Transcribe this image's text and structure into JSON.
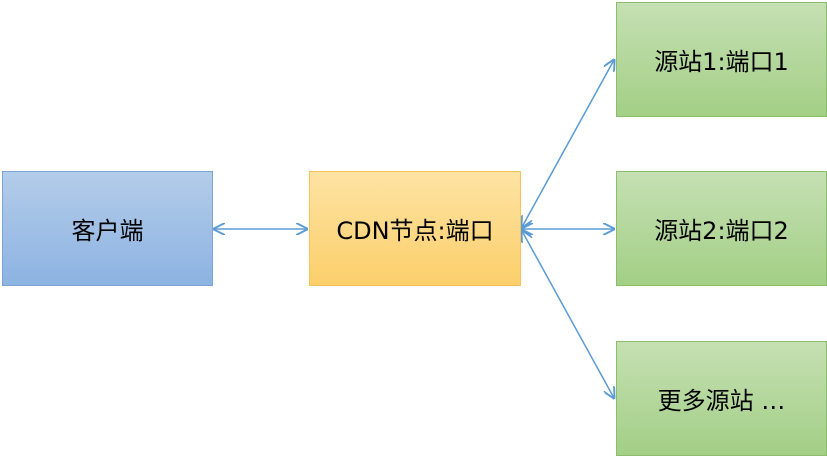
{
  "nodes": {
    "client": {
      "label": "客户端",
      "color": "#8db3e2"
    },
    "cdn": {
      "label": "CDN节点:端口",
      "color": "#fccf6b"
    },
    "origin_1": {
      "label": "源站1:端口1",
      "color": "#a3cf86"
    },
    "origin_2": {
      "label": "源站2:端口2",
      "color": "#a3cf86"
    },
    "origin_more": {
      "label": "更多源站 …",
      "color": "#a3cf86"
    }
  },
  "edges": [
    {
      "from": "client",
      "to": "cdn",
      "style": "bidirectional"
    },
    {
      "from": "cdn",
      "to": "origin_1",
      "style": "bidirectional"
    },
    {
      "from": "cdn",
      "to": "origin_2",
      "style": "bidirectional"
    },
    {
      "from": "cdn",
      "to": "origin_more",
      "style": "bidirectional"
    }
  ],
  "edge_color": "#5b9bd5"
}
